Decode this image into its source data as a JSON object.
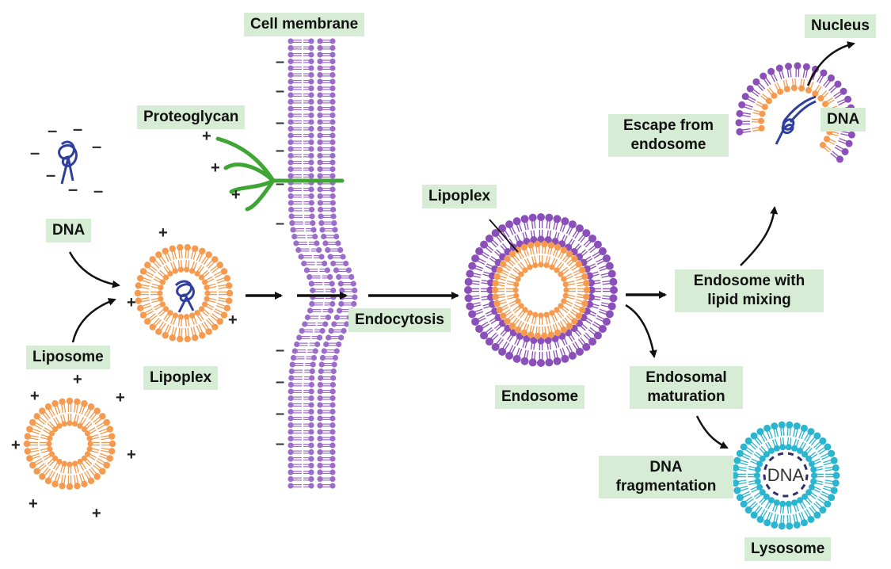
{
  "labels": {
    "cell_membrane": "Cell membrane",
    "proteoglycan": "Proteoglycan",
    "dna_free": "DNA",
    "liposome": "Liposome",
    "lipoplex": "Lipoplex",
    "endocytosis": "Endocytosis",
    "lipoplex_in_endosome": "Lipoplex",
    "endosome": "Endosome",
    "endosome_lipid_mixing": [
      "Endosome with",
      "lipid mixing"
    ],
    "escape_from_endosome": [
      "Escape from",
      "endosome"
    ],
    "dna_released": "DNA",
    "nucleus": "Nucleus",
    "endosomal_maturation": [
      "Endosomal",
      "maturation"
    ],
    "dna_fragmentation": [
      "DNA",
      "fragmentation"
    ],
    "lysosome": "Lysosome",
    "dna_in_lysosome": "DNA"
  },
  "colors": {
    "label_bg": "#d6ecd4",
    "liposome_orange": "#f59a4e",
    "endosome_purple": "#8a4fb8",
    "membrane_purple": "#9b6cc9",
    "proteoglycan_green": "#3fa535",
    "dna_blue": "#2f3f9e",
    "lysosome_cyan": "#2bb5cf"
  }
}
